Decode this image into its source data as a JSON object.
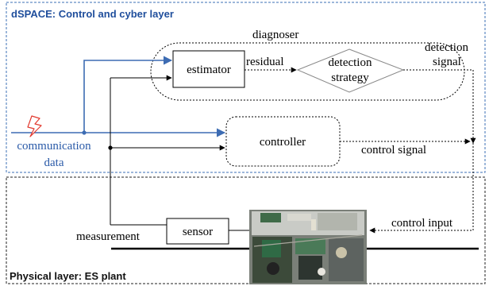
{
  "cyber_layer": {
    "title": "dSPACE: Control and cyber layer",
    "title_color": "#1f4e9c",
    "border_color": "#3b6fb6"
  },
  "physical_layer": {
    "title": "Physical layer: ES plant",
    "border_color": "#222222"
  },
  "blocks": {
    "diagnoser": "diagnoser",
    "estimator": "estimator",
    "detection_strategy_line1": "detection",
    "detection_strategy_line2": "strategy",
    "controller": "controller",
    "sensor": "sensor"
  },
  "signals": {
    "residual": "residual",
    "detection_signal_line1": "detection",
    "detection_signal_line2": "signal",
    "control_signal": "control signal",
    "control_input": "control input",
    "measurement": "measurement",
    "communication_line1": "communication",
    "communication_line2": "data"
  },
  "colors": {
    "signal_blue": "#3d6cb3",
    "lightning": "#e23a2f",
    "text_blue": "#2a5aa8"
  },
  "icons": {
    "lightning": "lightning-bolt-icon",
    "plant_photo": "electronics-board-photo"
  }
}
